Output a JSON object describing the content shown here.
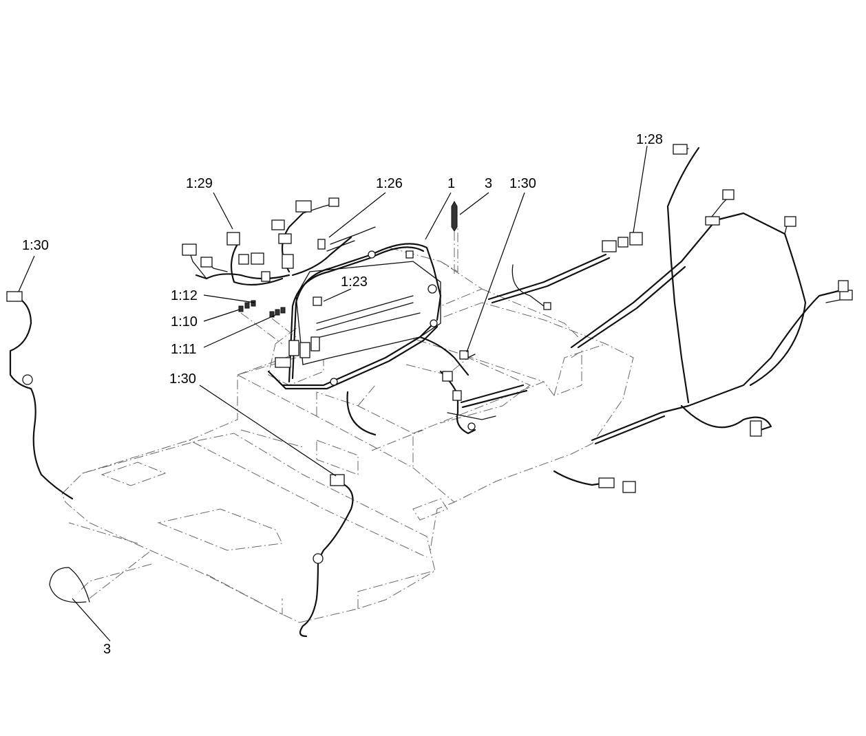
{
  "callouts": [
    {
      "id": "c-129",
      "label": "1:29"
    },
    {
      "id": "c-126",
      "label": "1:26"
    },
    {
      "id": "c-1",
      "label": "1"
    },
    {
      "id": "c-3-top",
      "label": "3"
    },
    {
      "id": "c-130-top",
      "label": "1:30"
    },
    {
      "id": "c-128",
      "label": "1:28"
    },
    {
      "id": "c-123",
      "label": "1:23"
    },
    {
      "id": "c-112",
      "label": "1:12"
    },
    {
      "id": "c-110",
      "label": "1:10"
    },
    {
      "id": "c-111",
      "label": "1:11"
    },
    {
      "id": "c-130-left",
      "label": "1:30"
    },
    {
      "id": "c-130-mid",
      "label": "1:30"
    },
    {
      "id": "c-3-bottom",
      "label": "3"
    }
  ]
}
